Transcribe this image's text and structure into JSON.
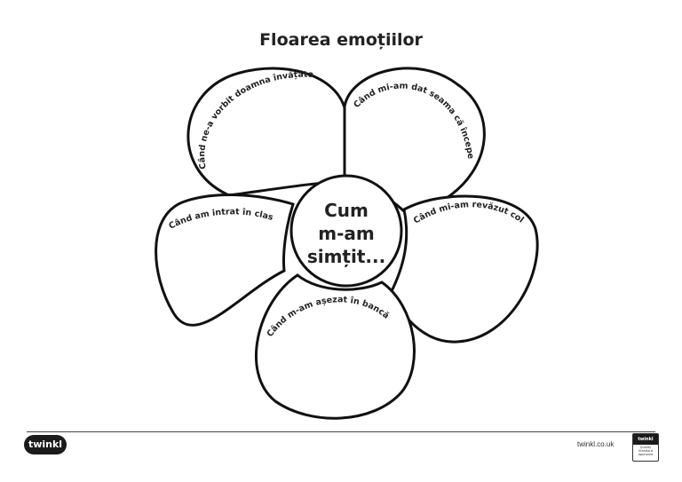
{
  "title": "Floarea emoțiilor",
  "center_text": [
    "Cum",
    "m-am",
    "simțit..."
  ],
  "petals": {
    "top_left": "Când ne-a vorbit doamna învățătoare",
    "top_right": "Când mi-am dat seama că începe școala",
    "left": "Când am intrat în clasă",
    "right": "Când mi-am revăzut colegii",
    "bottom": "Când m-am așezat în bancă"
  },
  "footer": {
    "logo_text": "twinkl",
    "site": "twinkl.co.uk",
    "badge_top": "twinkl",
    "badge_text": "Quality Standard Approved"
  },
  "colors": {
    "stroke": "#111111",
    "background": "#ffffff"
  }
}
